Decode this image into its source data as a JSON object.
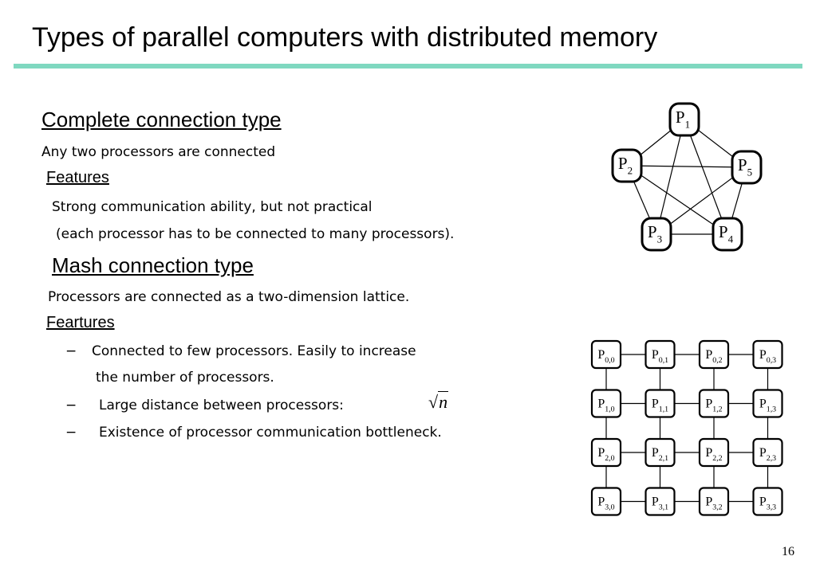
{
  "slide": {
    "title": "Types of parallel computers with distributed memory",
    "page_number": "16"
  },
  "complete": {
    "heading": "Complete connection type",
    "desc": "Any two processors are connected",
    "features_label": "Features",
    "line1": "Strong communication ability, but not practical",
    "line2": "(each processor has to be connected to many processors).",
    "nodes": [
      {
        "base": "P",
        "sub": "1"
      },
      {
        "base": "P",
        "sub": "2"
      },
      {
        "base": "P",
        "sub": "5"
      },
      {
        "base": "P",
        "sub": "3"
      },
      {
        "base": "P",
        "sub": "4"
      }
    ]
  },
  "mesh": {
    "heading": "Mash connection type",
    "desc": "Processors are connected as a two-dimension lattice.",
    "features_label": "Feartures",
    "bullet_mark": "−",
    "b1_line1": "Connected to few processors. Easily to increase",
    "b1_line2": "the number of processors.",
    "b2": "Large distance between processors:",
    "b3": "Existence of processor communication bottleneck.",
    "formula": {
      "radical": "√",
      "var": "n"
    },
    "grid": [
      [
        {
          "base": "P",
          "sub": "0,0"
        },
        {
          "base": "P",
          "sub": "0,1"
        },
        {
          "base": "P",
          "sub": "0,2"
        },
        {
          "base": "P",
          "sub": "0,3"
        }
      ],
      [
        {
          "base": "P",
          "sub": "1,0"
        },
        {
          "base": "P",
          "sub": "1,1"
        },
        {
          "base": "P",
          "sub": "1,2"
        },
        {
          "base": "P",
          "sub": "1,3"
        }
      ],
      [
        {
          "base": "P",
          "sub": "2,0"
        },
        {
          "base": "P",
          "sub": "2,1"
        },
        {
          "base": "P",
          "sub": "2,2"
        },
        {
          "base": "P",
          "sub": "2,3"
        }
      ],
      [
        {
          "base": "P",
          "sub": "3,0"
        },
        {
          "base": "P",
          "sub": "3,1"
        },
        {
          "base": "P",
          "sub": "3,2"
        },
        {
          "base": "P",
          "sub": "3,3"
        }
      ]
    ]
  }
}
